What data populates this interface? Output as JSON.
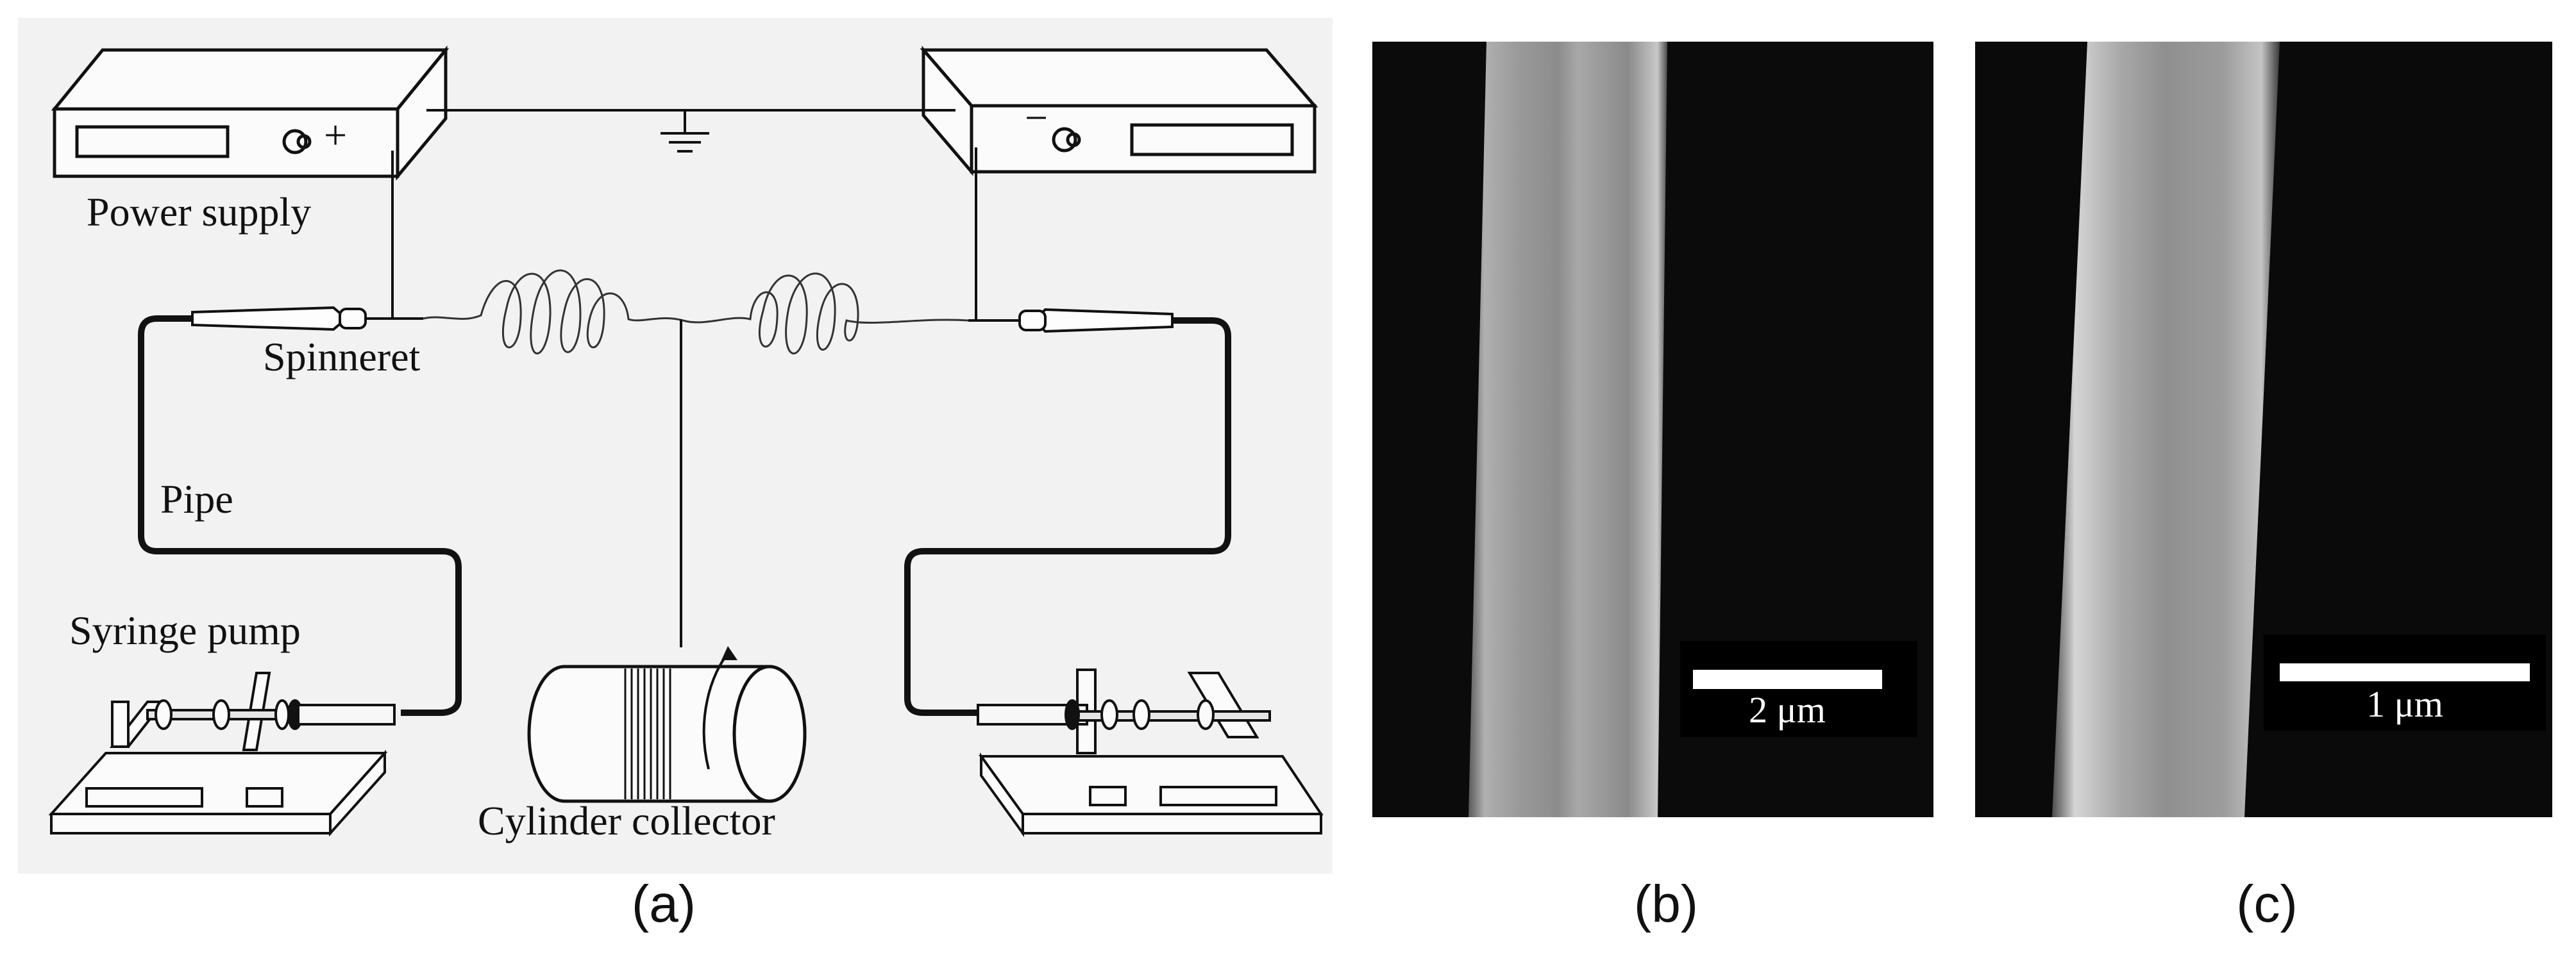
{
  "panel_a": {
    "caption": "(a)",
    "labels": {
      "power_supply": "Power supply",
      "spinneret": "Spinneret",
      "pipe": "Pipe",
      "syringe_pump": "Syringe pump",
      "cylinder_collector": "Cylinder collector"
    },
    "polarity": {
      "positive": "+",
      "negative": "−"
    }
  },
  "panel_b": {
    "caption": "(b)",
    "scale_bar_label": "2 μm"
  },
  "panel_c": {
    "caption": "(c)",
    "scale_bar_label": "1 μm"
  },
  "colors": {
    "sem_background": "#0a0a0a",
    "diagram_background": "#f2f2f2",
    "scale_bar": "#ffffff"
  }
}
